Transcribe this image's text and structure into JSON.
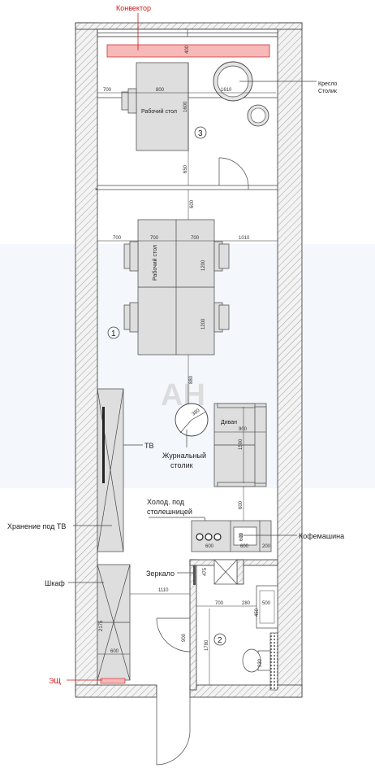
{
  "watermark": "AH",
  "callouts": {
    "convector": "Конвектор",
    "armchair_l1": "Кресло",
    "armchair_l2": "Столик",
    "tv": "ТВ",
    "journal_l1": "Журнальный",
    "journal_l2": "столик",
    "fridge_l1": "Холод. под",
    "fridge_l2": "столешницей",
    "coffee": "Кофемашина",
    "tv_storage": "Хранение под ТВ",
    "mirror": "Зеркало",
    "wardrobe": "Шкаф",
    "panel": "ЭЩ"
  },
  "furniture_labels": {
    "desk3": "Рабочий стол",
    "desk1": "Рабочий стол",
    "sofa": "Диван"
  },
  "zones": [
    "3",
    "1",
    "2"
  ],
  "dimensions": {
    "d400": "400",
    "d700a": "700",
    "d800": "800",
    "d1610": "1610",
    "d1600": "1600",
    "d650": "650",
    "d600a": "600",
    "d700b": "700",
    "d700c": "700",
    "d700d": "700",
    "d1010": "1010",
    "d1200a": "1200",
    "d1200b": "1200",
    "d880": "880",
    "d380": "380",
    "d900": "900",
    "d1500": "1500",
    "d600b": "600",
    "d600c": "600",
    "d600d": "600",
    "d600e": "600",
    "d200": "200",
    "d475": "475",
    "d1110": "1110",
    "d700e": "700",
    "d280": "280",
    "d500": "500",
    "d450": "450",
    "d2175": "2175",
    "d600f": "600",
    "d900b": "900",
    "d1780": "1780",
    "d930": "930"
  },
  "colors": {
    "accent_red": "#d01818",
    "convector_fill": "#f7b8b8",
    "furniture": "#dedede",
    "wall_line": "#333333"
  }
}
